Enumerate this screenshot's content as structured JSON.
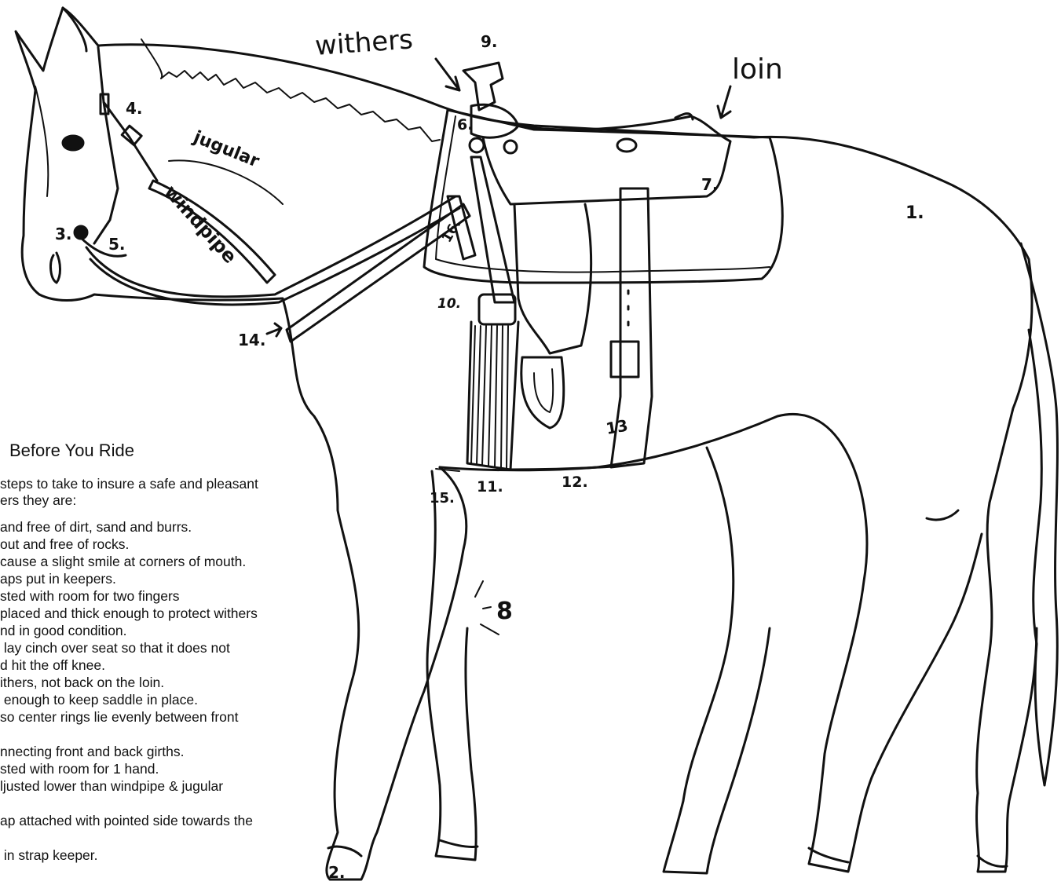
{
  "labels": {
    "withers": "withers",
    "nine": "9.",
    "loin": "loin",
    "four": "4.",
    "jugular": "jugular",
    "windpipe": "windpipe",
    "six": "6.",
    "seven": "7.",
    "one": "1.",
    "three": "3.",
    "five": "5.",
    "sixteen": "16.",
    "ten": "10.",
    "fourteen": "14.",
    "thirteen": "13",
    "fifteen": "15.",
    "eleven": "11.",
    "twelve": "12.",
    "eight": "8",
    "two": "2."
  },
  "checklist": {
    "title": "Before You Ride",
    "intro": "steps to take to insure a safe and pleasant\ners they are:",
    "items": [
      "and free of dirt, sand and burrs.",
      "out and free of rocks.",
      "cause a slight smile at corners of mouth.",
      "aps put in keepers.",
      "sted with room for two fingers",
      "placed and thick enough to protect withers",
      "nd in good condition.",
      " lay cinch over seat so that it does not",
      "d hit the off knee.",
      "ithers, not back on the loin.",
      " enough to keep saddle in place.",
      "so center rings lie evenly between front",
      "",
      "nnecting front and back girths.",
      "sted with room for 1 hand.",
      "ljusted lower than windpipe & jugular",
      "",
      "ap attached with pointed side towards the",
      "",
      " in strap keeper."
    ]
  }
}
